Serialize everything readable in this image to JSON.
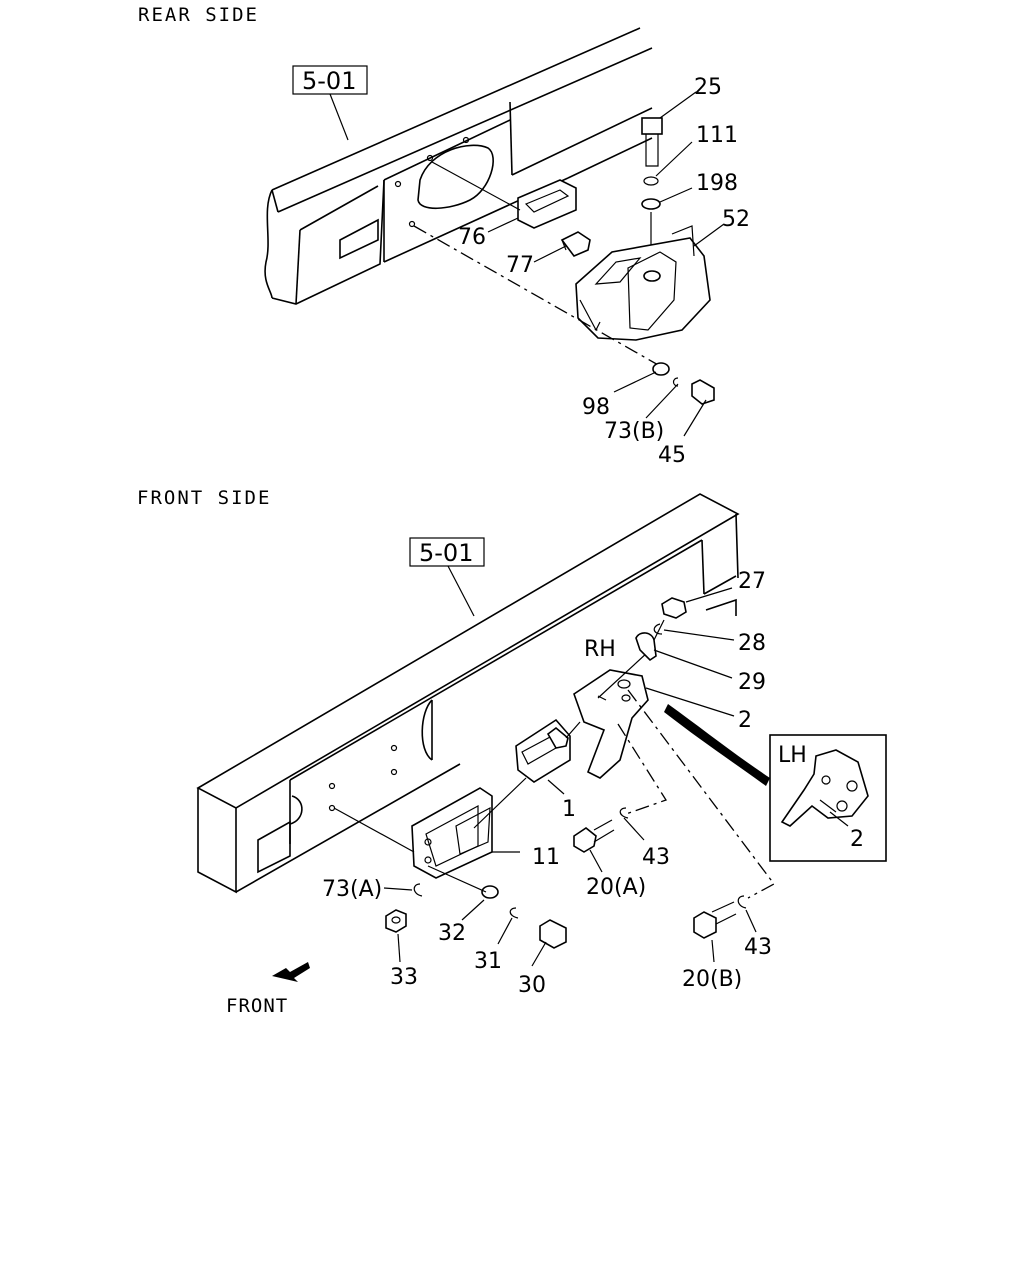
{
  "sections": {
    "rear": {
      "title": "REAR SIDE",
      "ref_box": "5-01"
    },
    "front": {
      "title": "FRONT SIDE",
      "ref_box": "5-01"
    }
  },
  "rear_labels": {
    "p25": "25",
    "p111": "111",
    "p198": "198",
    "p52": "52",
    "p76": "76",
    "p77": "77",
    "p98": "98",
    "p73b": "73(B)",
    "p45": "45"
  },
  "front_labels": {
    "rh": "RH",
    "lh": "LH",
    "p27": "27",
    "p28": "28",
    "p29": "29",
    "p2": "2",
    "p2_lh": "2",
    "p1": "1",
    "p11": "11",
    "p43a": "43",
    "p43b": "43",
    "p20a": "20(A)",
    "p20b": "20(B)",
    "p73a": "73(A)",
    "p32": "32",
    "p31": "31",
    "p30": "30",
    "p33": "33",
    "front_arrow": "FRONT"
  }
}
